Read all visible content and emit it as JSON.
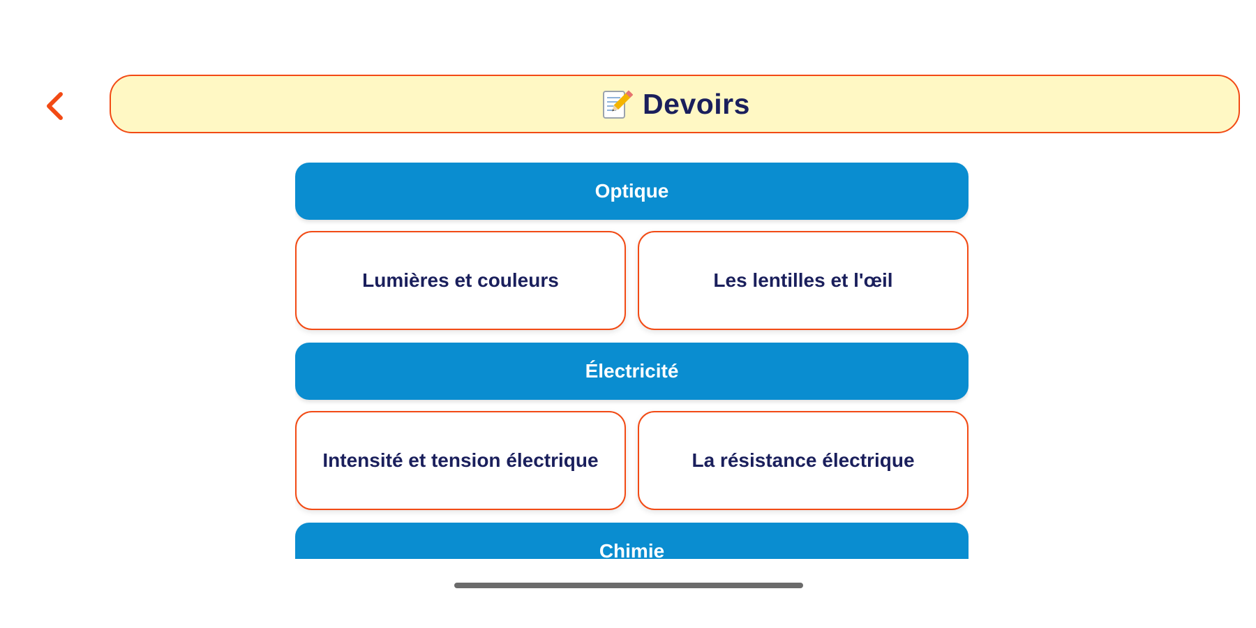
{
  "header": {
    "back_icon": "chevron-left-icon",
    "title_icon": "memo-icon",
    "title": "Devoirs",
    "accent_color": "#f24a14",
    "title_bg": "#fff8c4"
  },
  "sections": [
    {
      "label": "Optique",
      "cards": [
        "Lumières et couleurs",
        "Les lentilles et l'œil"
      ]
    },
    {
      "label": "Électricité",
      "cards": [
        "Intensité et tension électrique",
        "La résistance électrique"
      ]
    },
    {
      "label": "Chimie",
      "cards": []
    }
  ],
  "colors": {
    "section_header": "#0a8dd0",
    "card_text": "#1a1f5c",
    "card_border": "#f24a14"
  }
}
